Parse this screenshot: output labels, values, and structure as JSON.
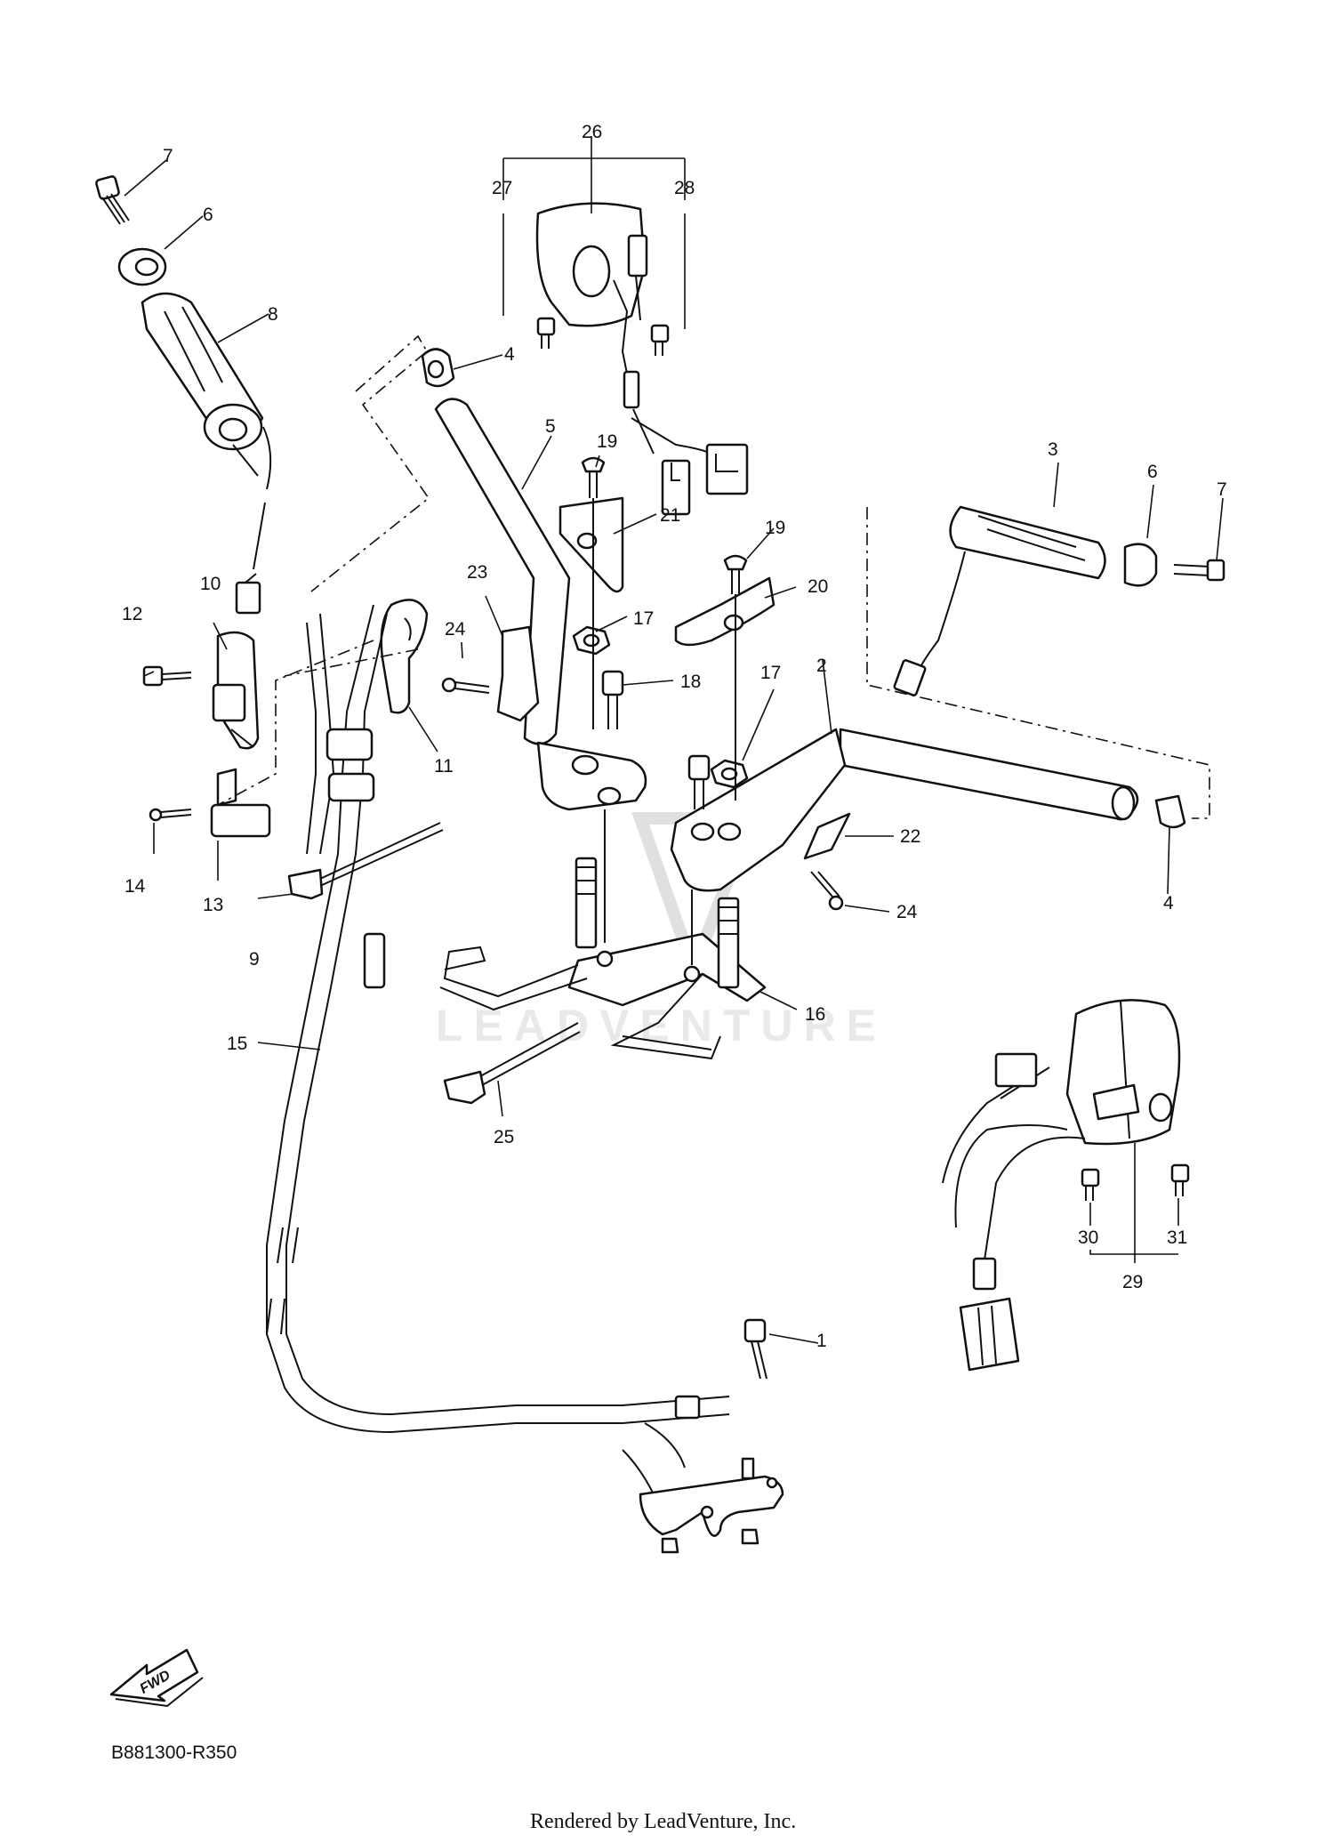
{
  "diagram": {
    "callouts": [
      "1",
      "2",
      "3",
      "4",
      "5",
      "6",
      "7",
      "8",
      "9",
      "10",
      "11",
      "12",
      "13",
      "14",
      "15",
      "16",
      "17",
      "18",
      "19",
      "20",
      "21",
      "22",
      "23",
      "24",
      "25",
      "26",
      "27",
      "28",
      "29",
      "30",
      "31"
    ],
    "fwd_label": "FWD",
    "drawing_code": "B881300-R350",
    "footer_text": "Rendered by LeadVenture, Inc.",
    "watermark_text": "LEADVENTURE"
  }
}
